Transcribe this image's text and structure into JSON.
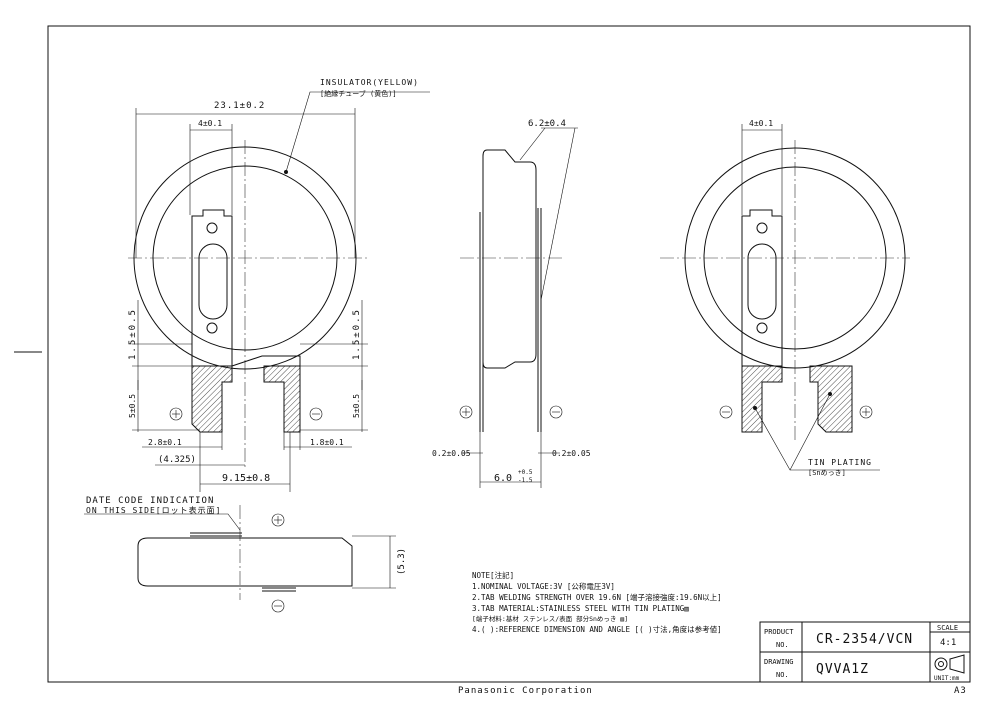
{
  "drawing": {
    "company": "Panasonic Corporation",
    "sheet_size": "A3",
    "scale_label": "SCALE",
    "scale_value": "4:1",
    "unit_label": "UNIT:mm",
    "product_no_label_1": "PRODUCT",
    "product_no_label_2": "NO.",
    "product_no": "CR-2354/VCN",
    "drawing_no_label_1": "DRAWING",
    "drawing_no_label_2": "NO.",
    "drawing_no": "QVVA1Z"
  },
  "labels": {
    "insulator_en": "INSULATOR(YELLOW)",
    "insulator_jp": "[絶縁チューブ (黄色)]",
    "tin_plating_en": "TIN PLATING",
    "tin_plating_jp": "[Snめっき]",
    "date_code_1": "DATE CODE INDICATION",
    "date_code_2": "ON THIS SIDE[ロット表示面]"
  },
  "dimensions": {
    "d_23_1": "23.1±0.2",
    "d_4_left": "4±0.1",
    "d_4_right": "4±0.1",
    "d_6_2": "6.2±0.4",
    "d_1_5_left": "1.5±0.5",
    "d_1_5_right": "1.5±0.5",
    "d_5_left": "5±0.5",
    "d_5_right": "5±0.5",
    "d_2_8": "2.8±0.1",
    "d_1_8": "1.8±0.1",
    "d_4_325": "(4.325)",
    "d_9_15": "9.15±0.8",
    "d_0_2_left": "0.2±0.05",
    "d_0_2_right": "0.2±0.05",
    "d_6_0": "6.0",
    "d_6_0_tol_up": "+0.5",
    "d_6_0_tol_dn": "-1.5",
    "d_5_3": "(5.3)"
  },
  "polarity": {
    "plus": "⊕",
    "minus": "⊖"
  },
  "notes": {
    "title": "NOTE[注記]",
    "items": [
      "1.NOMINAL VOLTAGE:3V [公称電圧3V]",
      "2.TAB WELDING STRENGTH OVER 19.6N [端子溶接強度:19.6N以上]",
      "3.TAB MATERIAL:STAINLESS STEEL WITH TIN PLATING▨",
      "  [端子材料:基材 ステンレス/表面 部分Snめっき ▨]",
      "4.( ):REFERENCE DIMENSION AND ANGLE [( )寸法,角度は参考値]"
    ]
  }
}
